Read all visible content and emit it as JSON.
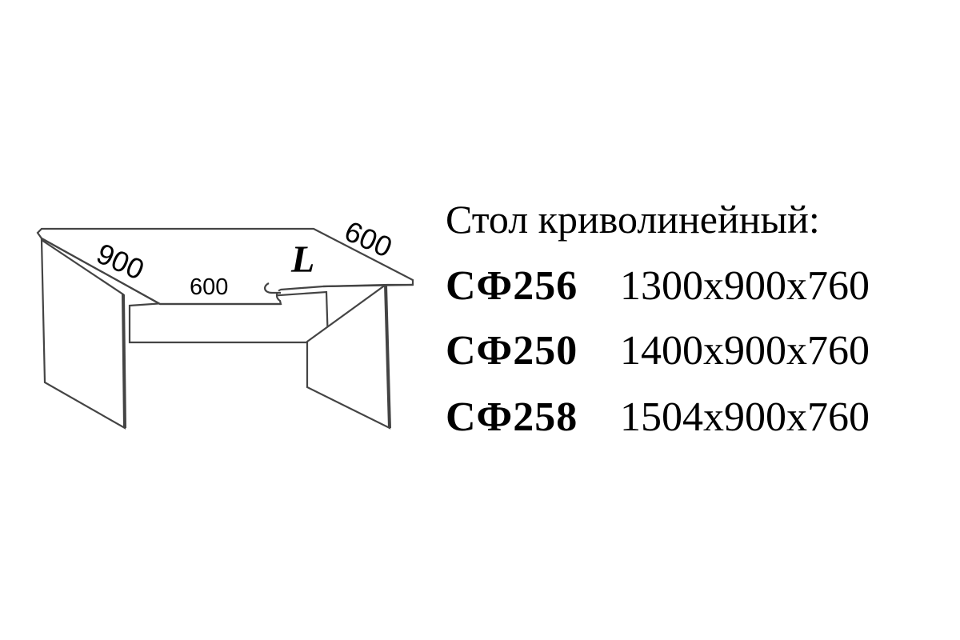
{
  "diagram": {
    "dimension_labels": {
      "left_depth": "900",
      "right_depth": "600",
      "inner_width": "600"
    },
    "orientation_mark": "L"
  },
  "spec": {
    "title": "Стол криволинейный:",
    "models": [
      {
        "code": "СФ256",
        "size": "1300x900x760"
      },
      {
        "code": "СФ250",
        "size": "1400x900x760"
      },
      {
        "code": "СФ258",
        "size": "1504x900x760"
      }
    ]
  },
  "colors": {
    "line": "#444444",
    "text": "#000000",
    "background": "#ffffff"
  }
}
